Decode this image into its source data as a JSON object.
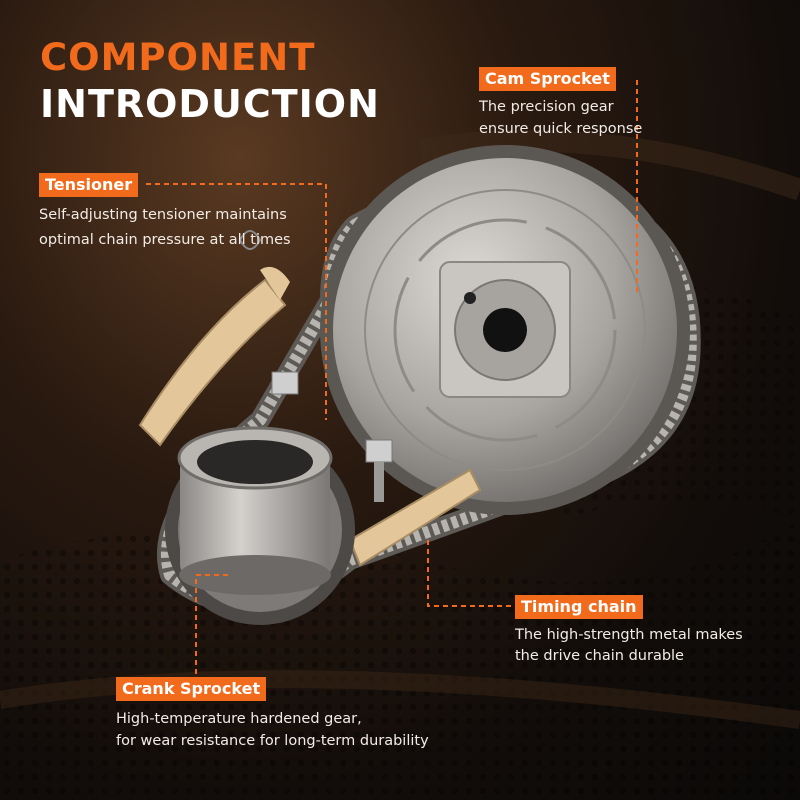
{
  "title": {
    "line1": "COMPONENT",
    "line2": "INTRODUCTION"
  },
  "callouts": {
    "cam": {
      "label": "Cam Sprocket",
      "desc1": "The precision gear",
      "desc2": "ensure quick response"
    },
    "tensioner": {
      "label": "Tensioner",
      "desc1": "Self-adjusting tensioner maintains",
      "desc2": "optimal chain pressure at all times"
    },
    "timing": {
      "label": "Timing chain",
      "desc1": "The high-strength metal makes",
      "desc2": "the drive chain durable"
    },
    "crank": {
      "label": "Crank Sprocket",
      "desc1": "High-temperature hardened gear,",
      "desc2": "for wear resistance for long-term durability"
    }
  },
  "colors": {
    "accent": "#f26a1b",
    "text": "#ffffff",
    "background": "#1a120d",
    "metal": "#b9b6b2",
    "guide": "#e3c79a"
  }
}
